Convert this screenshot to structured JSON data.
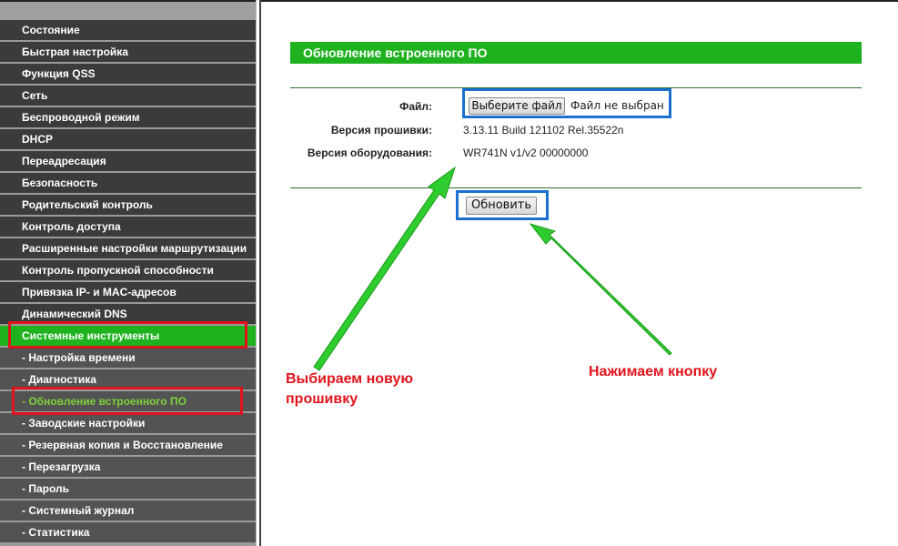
{
  "sidebar": {
    "items": [
      {
        "label": "Состояние"
      },
      {
        "label": "Быстрая настройка"
      },
      {
        "label": "Функция QSS"
      },
      {
        "label": "Сеть"
      },
      {
        "label": "Беспроводной режим"
      },
      {
        "label": "DHCP"
      },
      {
        "label": "Переадресация"
      },
      {
        "label": "Безопасность"
      },
      {
        "label": "Родительский контроль"
      },
      {
        "label": "Контроль доступа"
      },
      {
        "label": "Расширенные настройки маршрутизации"
      },
      {
        "label": "Контроль пропускной способности"
      },
      {
        "label": "Привязка IP- и MAC-адресов"
      },
      {
        "label": "Динамический DNS"
      },
      {
        "label": "Системные инструменты"
      },
      {
        "label": "- Настройка времени"
      },
      {
        "label": "- Диагностика"
      },
      {
        "label": "- Обновление встроенного ПО"
      },
      {
        "label": "- Заводские настройки"
      },
      {
        "label": "- Резервная копия и Восстановление"
      },
      {
        "label": "- Перезагрузка"
      },
      {
        "label": "- Пароль"
      },
      {
        "label": "- Системный журнал"
      },
      {
        "label": "- Статистика"
      }
    ]
  },
  "main": {
    "title": "Обновление встроенного ПО",
    "file_label": "Файл:",
    "choose_file": "Выберите файл",
    "no_file": "Файл не выбран",
    "fw_label": "Версия прошивки:",
    "fw_value": "3.13.11 Build 121102 Rel.35522n",
    "hw_label": "Версия оборудования:",
    "hw_value": "WR741N v1/v2 00000000",
    "update_button": "Обновить"
  },
  "annotations": {
    "choose": "Выбираем новую прошивку",
    "press": "Нажимаем кнопку"
  }
}
